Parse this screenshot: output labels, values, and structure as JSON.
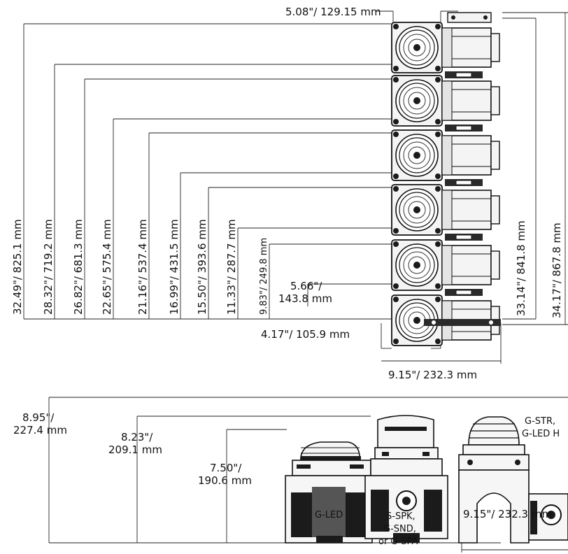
{
  "top_view": {
    "width_top": "5.08\"/ 129.15  mm",
    "total_height_outer": "34.17\"/ 867.8 mm",
    "total_height_inner": "33.14\"/ 841.8 mm",
    "base_offset_line1": "5.66\"/",
    "base_offset_line2": "143.8 mm",
    "base_width": "4.17\"/ 105.9 mm",
    "overall_width": "9.15\"/ 232.3  mm",
    "stack_heights": [
      "32.49\"/ 825.1 mm",
      "28.32\"/ 719.2 mm",
      "26.82\"/ 681.3 mm",
      "22.65\"/ 575.4 mm",
      "21.16\"/ 537.4 mm",
      "16.99\"/ 431.5 mm",
      "15.50\"/ 393.6 mm",
      "11.33\"/ 287.7 mm",
      "9.83\"/ 249.8 mm"
    ]
  },
  "side_view": {
    "height1_line1": "8.95\"/",
    "height1_line2": "227.4 mm",
    "height2_line1": "8.23\"/",
    "height2_line2": "209.1 mm",
    "height3_line1": "7.50\"/",
    "height3_line2": "190.6 mm",
    "width": "9.15\"/ 232.3  mm",
    "models": {
      "led": "G-LED",
      "speaker_line1": "S-SPK,",
      "speaker_line2": "G-SND,",
      "speaker_line3": "or G-SPA",
      "strobe_line1": "G-STR,",
      "strobe_line2": "G-LED H"
    }
  }
}
